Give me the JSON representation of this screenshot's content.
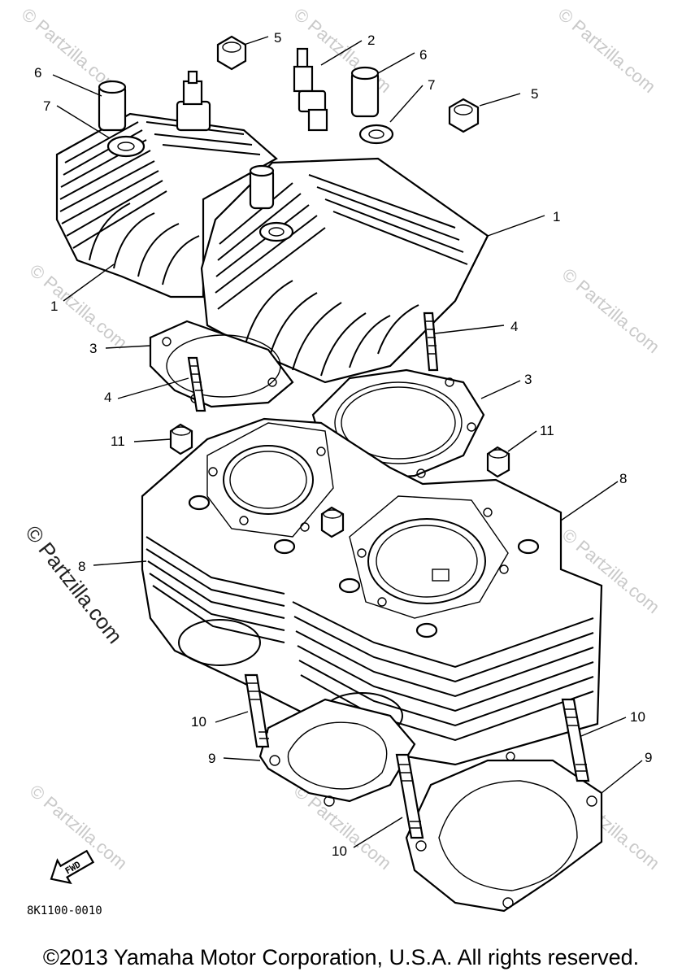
{
  "callouts": {
    "c1a": "1",
    "c1b": "1",
    "c2": "2",
    "c3a": "3",
    "c3b": "3",
    "c4a": "4",
    "c4b": "4",
    "c5a": "5",
    "c5b": "5",
    "c6a": "6",
    "c6b": "6",
    "c7a": "7",
    "c7b": "7",
    "c8a": "8",
    "c8b": "8",
    "c9a": "9",
    "c9b": "9",
    "c10a": "10",
    "c10b": "10",
    "c10c": "10",
    "c11a": "11",
    "c11b": "11"
  },
  "watermark": "© Partzilla.com",
  "watermark_side": "© Partzilla.com",
  "fwd_label": "FWD",
  "diagram_code": "8K1100-0010",
  "copyright": "©2013  Yamaha Motor Corporation, U.S.A. All rights reserved."
}
